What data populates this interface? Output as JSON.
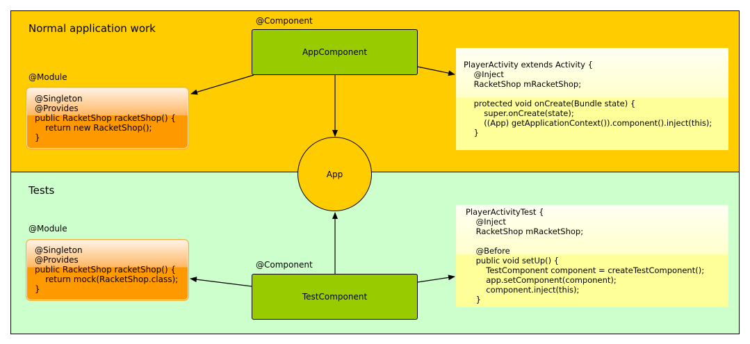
{
  "sections": {
    "top_title": "Normal application work",
    "bottom_title": "Tests"
  },
  "labels": {
    "component_top": "@Component",
    "component_bottom": "@Component",
    "module_top": "@Module",
    "module_bottom": "@Module"
  },
  "nodes": {
    "app_component": "AppComponent",
    "test_component": "TestComponent",
    "app": "App"
  },
  "module_top_lines": [
    "@Singleton",
    "@Provides",
    "public RacketShop racketShop() {",
    "    return new RacketShop();",
    "}"
  ],
  "module_bottom_lines": [
    "@Singleton",
    "@Provides",
    "public RacketShop racketShop() {",
    "    return mock(RacketShop.class);",
    "}"
  ],
  "activity_lines": [
    "PlayerActivity extends Activity {",
    "    @Inject",
    "    RacketShop mRacketShop;",
    "",
    "    protected void onCreate(Bundle state) {",
    "        super.onCreate(state);",
    "        ((App) getApplicationContext()).component().inject(this);",
    "    }"
  ],
  "test_lines": [
    "PlayerActivityTest {",
    "    @Inject",
    "    RacketShop mRacketShop;",
    "",
    "    @Before",
    "    public void setUp() {",
    "        TestComponent component = createTestComponent();",
    "        app.setComponent(component);",
    "        component.inject(this);",
    "    }"
  ],
  "colors": {
    "top_region": "#ffcc00",
    "bottom_region": "#ccffcc",
    "component": "#99cc00",
    "module": "#ff9900",
    "code": "#ffff99",
    "app_circle": "#ffcc00"
  }
}
